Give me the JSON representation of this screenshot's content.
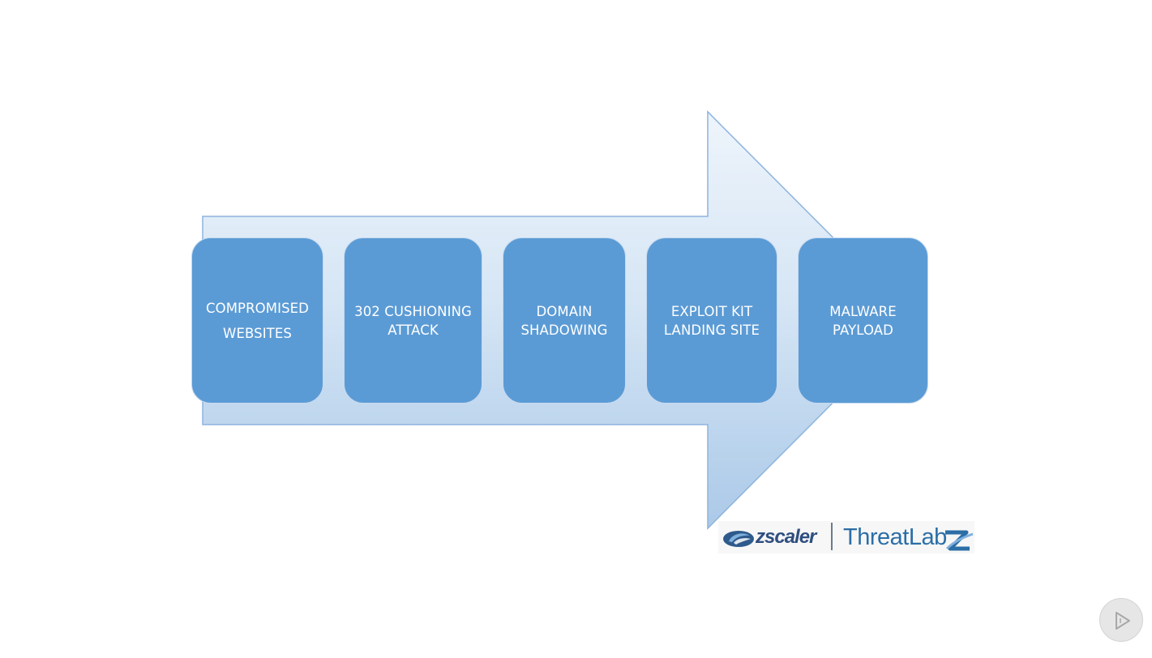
{
  "diagram": {
    "arrow_fill_top": "#e4eef8",
    "arrow_fill_bottom": "#b3cfea",
    "arrow_stroke": "#8db4de",
    "box_color": "#5b9bd5",
    "stages": [
      {
        "label": "COMPROMISED\nWEBSITES"
      },
      {
        "label": "302 CUSHIONING\nATTACK"
      },
      {
        "label": "DOMAIN\nSHADOWING"
      },
      {
        "label": "EXPLOIT KIT\nLANDING SITE"
      },
      {
        "label": "MALWARE\nPAYLOAD"
      }
    ]
  },
  "logo": {
    "brand": "zscaler",
    "product": "ThreatLabZ"
  },
  "player": {
    "icon": "play-icon"
  }
}
